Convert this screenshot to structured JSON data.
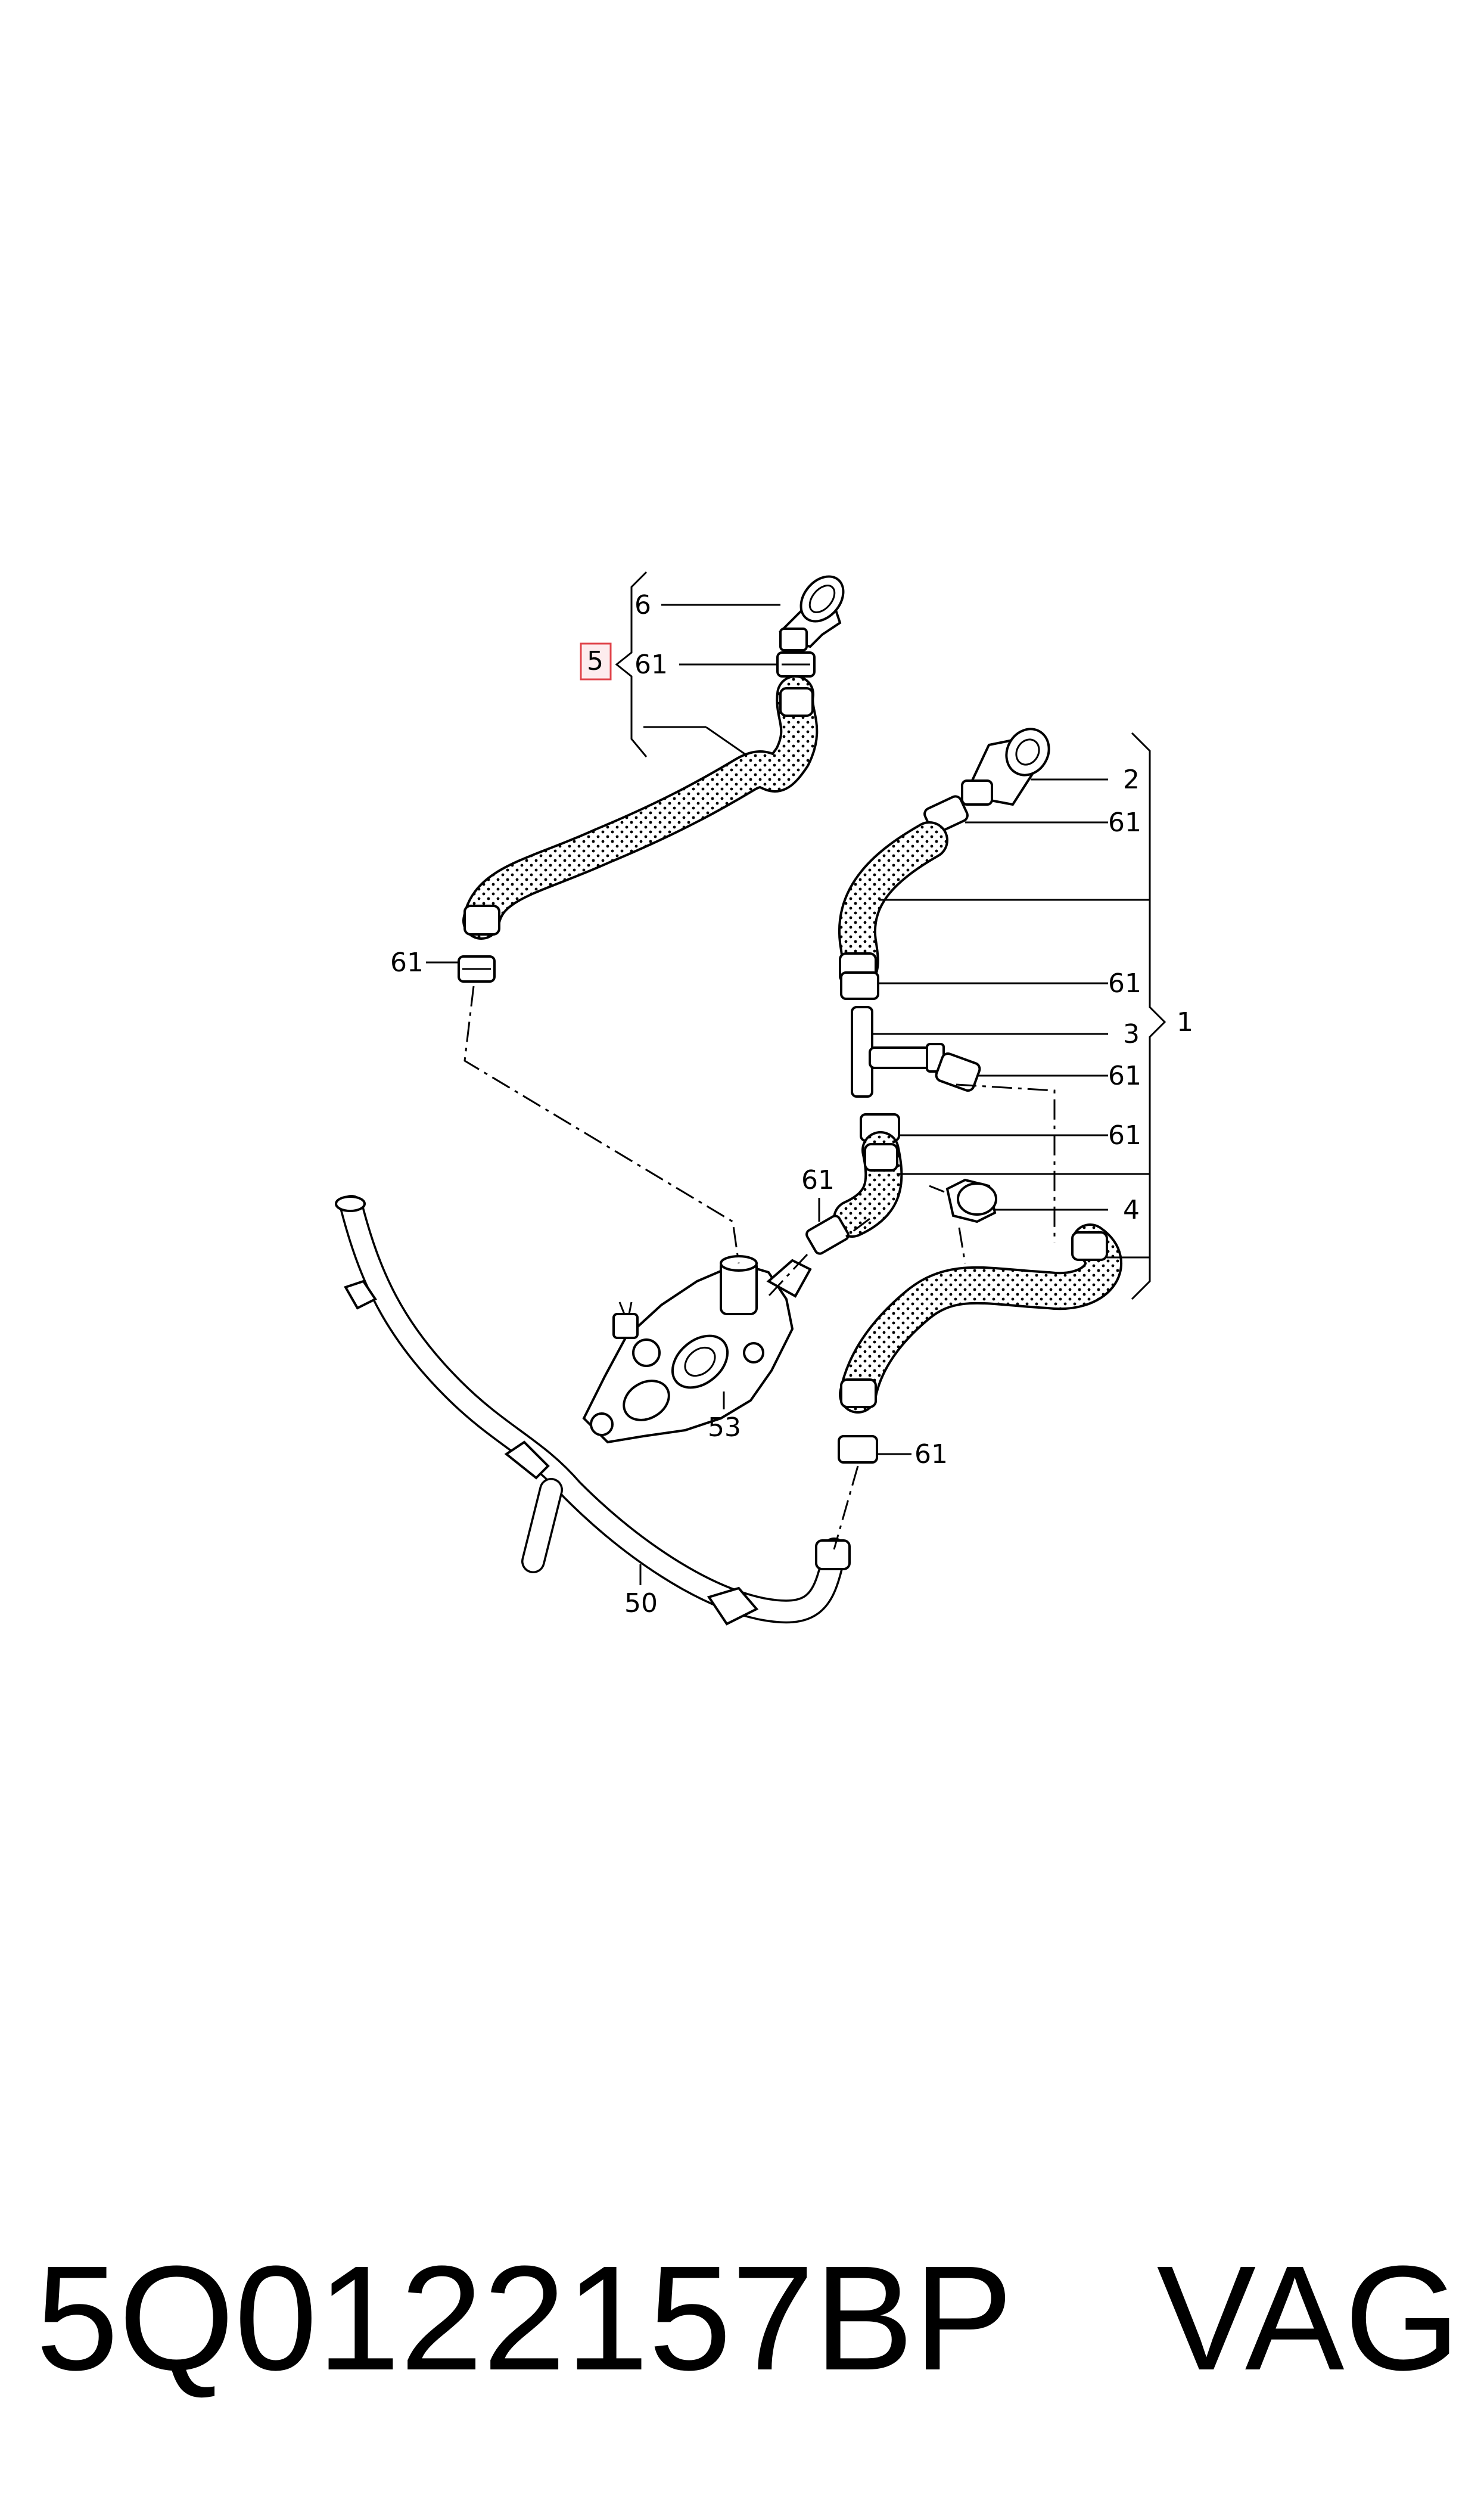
{
  "colors": {
    "line": "#000000",
    "highlight_box": "#e0434a",
    "background": "#ffffff"
  },
  "callouts": {
    "c1": "1",
    "c2": "2",
    "c3": "3",
    "c4": "4",
    "c5": "5",
    "c6": "6",
    "c50": "50",
    "c53": "53",
    "clip": "61"
  },
  "footer": {
    "part_number": "5Q0122157BP",
    "brand": "VAG"
  }
}
